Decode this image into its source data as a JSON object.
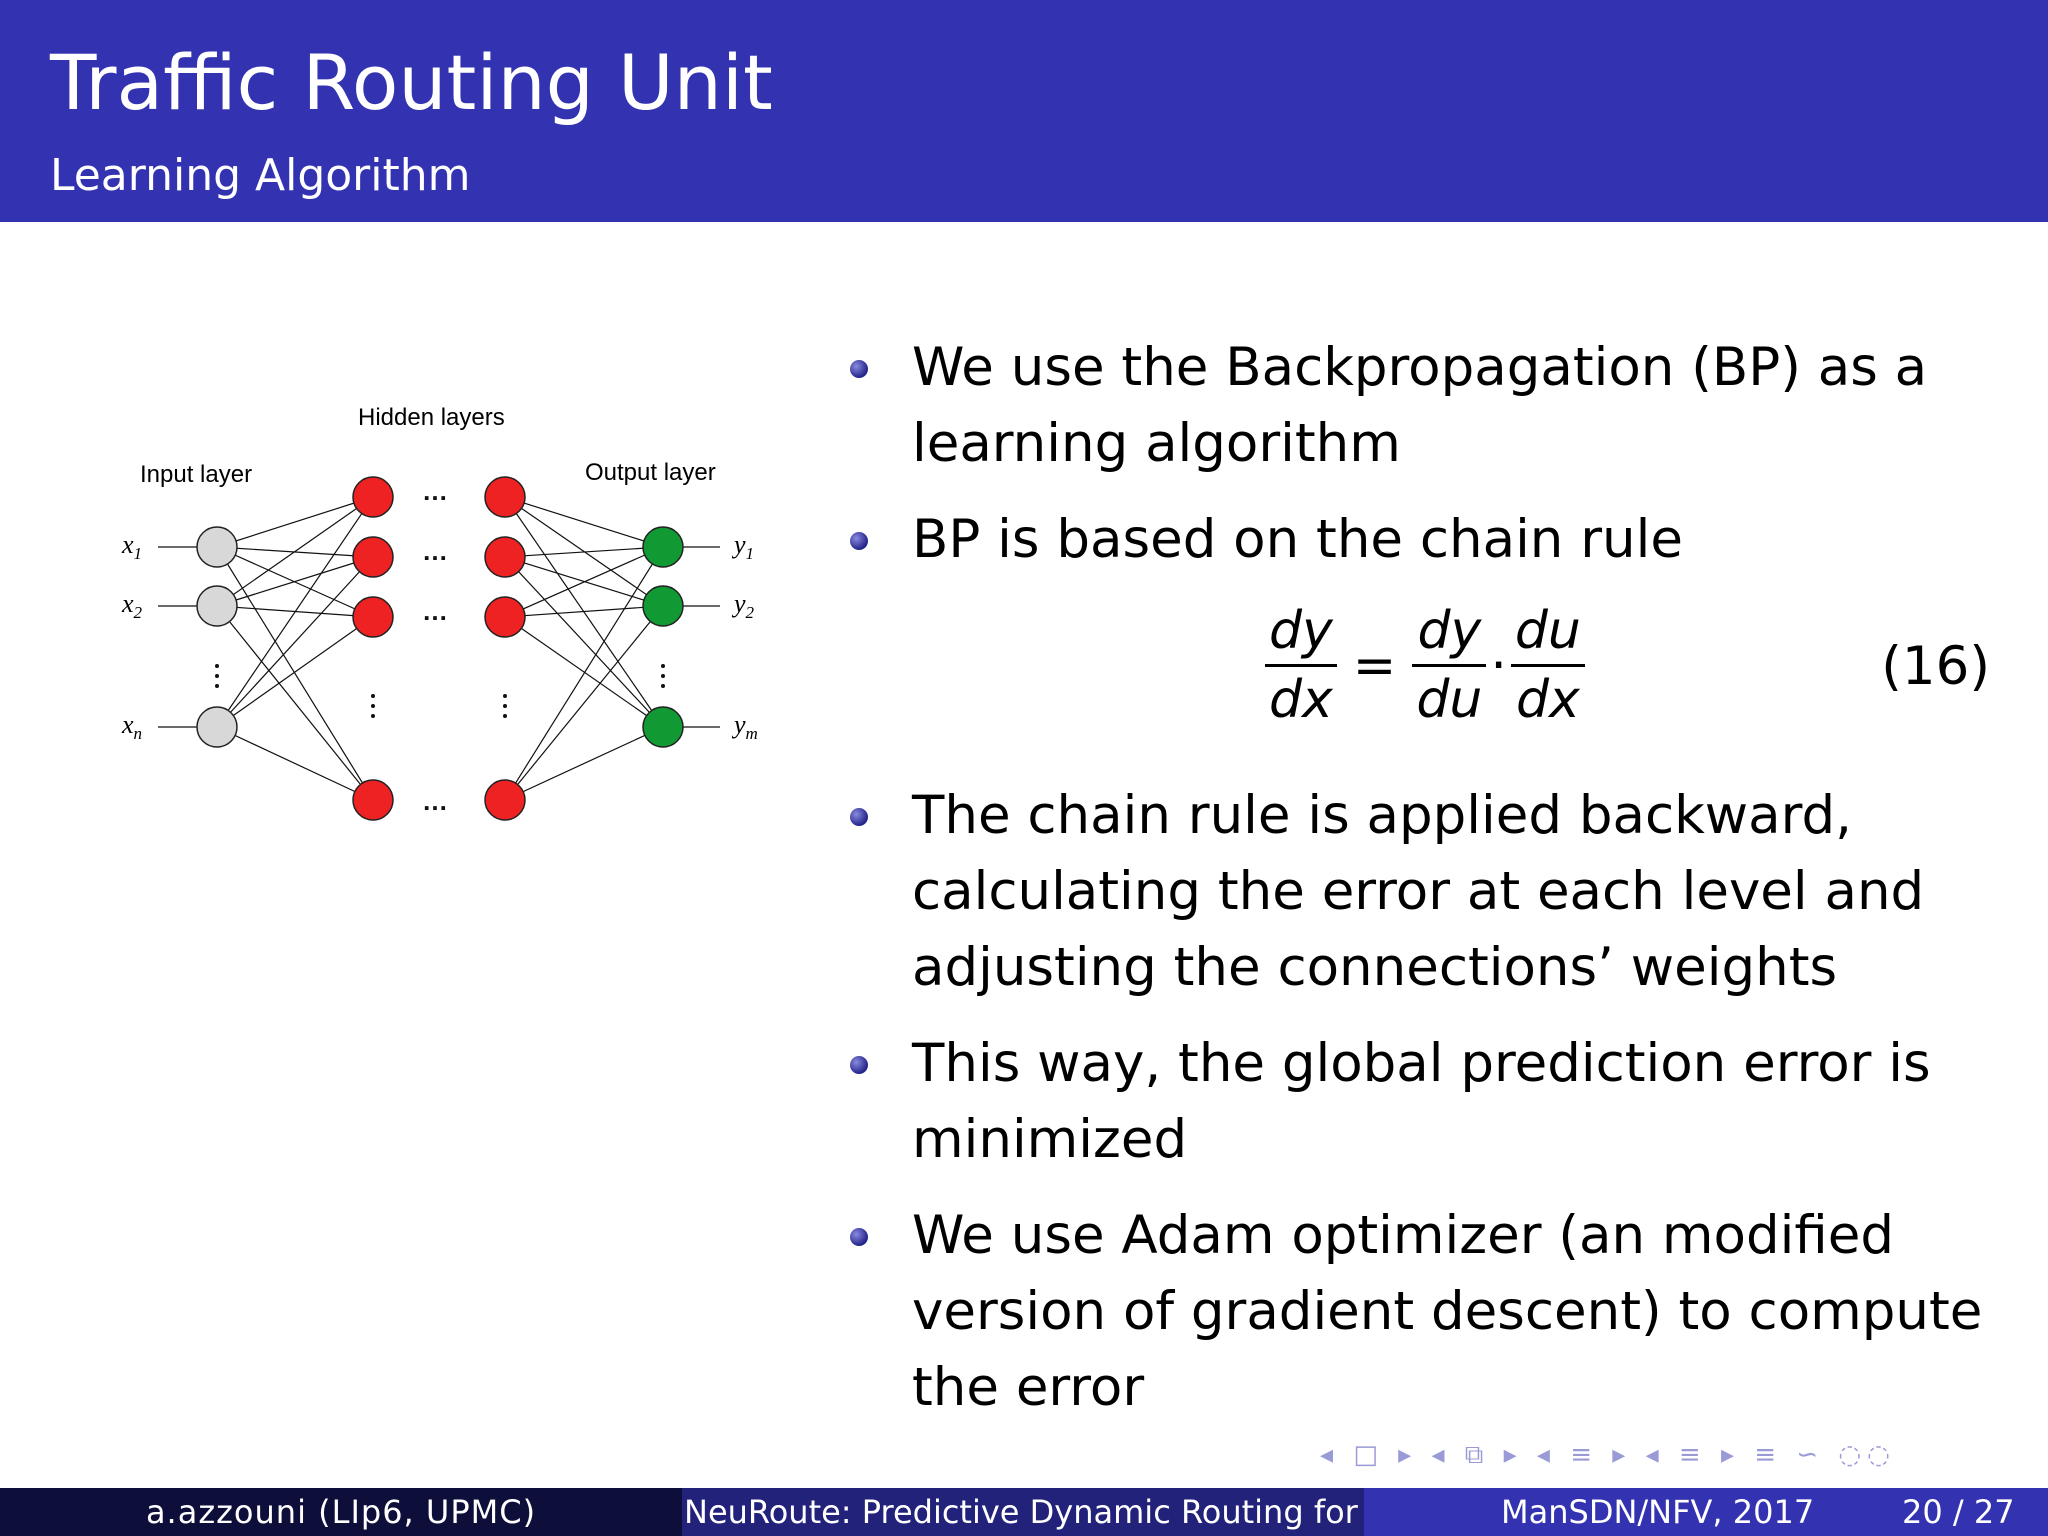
{
  "header": {
    "title": "Traffic Routing Unit",
    "subtitle": "Learning Algorithm"
  },
  "figure": {
    "hidden_label": "Hidden layers",
    "input_label": "Input layer",
    "output_label": "Output layer",
    "inputs": [
      "x1",
      "x2",
      "xn"
    ],
    "outputs": [
      "y1",
      "y2",
      "ym"
    ],
    "colors": {
      "input": "#d8d8d8",
      "hidden": "#ee2222",
      "output": "#119933"
    }
  },
  "content": {
    "items": [
      "We use the Backpropagation (BP) as a learning algorithm",
      "BP is based on the chain rule",
      "The chain rule is applied backward, calculating the error at each level and adjusting the connections’ weights",
      "This way, the global prediction error is minimized",
      "We use Adam optimizer (an modified version of gradient descent) to compute the error"
    ],
    "equation": {
      "lhs_num": "dy",
      "lhs_den": "dx",
      "r1_num": "dy",
      "r1_den": "du",
      "r2_num": "du",
      "r2_den": "dx",
      "number": "(16)"
    }
  },
  "footer": {
    "author": "a.azzouni  (LIp6, UPMC)",
    "talk": "NeuRoute: Predictive Dynamic Routing for S",
    "venue": "ManSDN/NFV, 2017",
    "page": "20 / 27"
  },
  "nav": {
    "symbols": "◂ □ ▸ ◂ ⧉ ▸ ◂ ≡ ▸ ◂ ≡ ▸ ≡ ∽ ◌◌"
  }
}
